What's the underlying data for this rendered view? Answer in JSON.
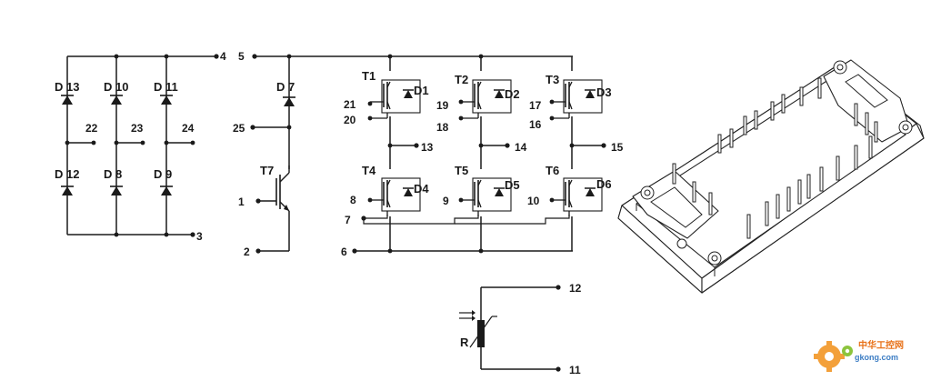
{
  "diagram": {
    "rectifier": {
      "diodes": [
        "D 13",
        "D 10",
        "D 11",
        "D 12",
        "D 8",
        "D 9"
      ],
      "terminals": [
        "4",
        "22",
        "23",
        "24",
        "3"
      ]
    },
    "brake": {
      "diode": "D 7",
      "transistor": "T7",
      "terminals": [
        "5",
        "25",
        "1",
        "2"
      ]
    },
    "inverter": {
      "transistors": [
        "T1",
        "T2",
        "T3",
        "T4",
        "T5",
        "T6"
      ],
      "diodes": [
        "D1",
        "D2",
        "D3",
        "D4",
        "D5",
        "D6"
      ],
      "gate_terminals": [
        "21",
        "20",
        "19",
        "18",
        "17",
        "16",
        "8",
        "9",
        "10",
        "7"
      ],
      "output_terminals": [
        "13",
        "14",
        "15"
      ],
      "bus_terminal": "6"
    },
    "thermistor": {
      "label": "R",
      "terminals": [
        "12",
        "11"
      ]
    }
  },
  "watermark": {
    "site_cn": "中华工控网",
    "site_en": "gkong.com",
    "icon": "gear-icon"
  }
}
